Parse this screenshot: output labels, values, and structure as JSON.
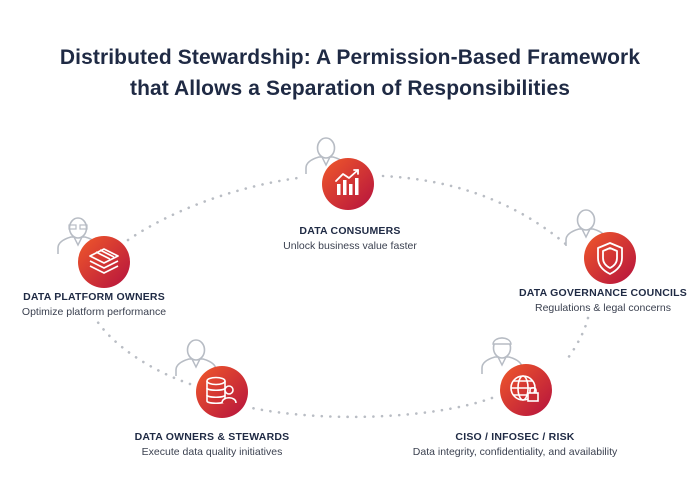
{
  "title": {
    "line1": "Distributed Stewardship: A Permission-Based Framework",
    "line2": "that Allows a Separation of Responsibilities"
  },
  "colors": {
    "title": "#1f2a44",
    "gradient_start": "#f0592a",
    "gradient_end": "#b5123e",
    "dots": "#b9bdc4",
    "person_outline": "#b7bcc4"
  },
  "roles": [
    {
      "id": "consumers",
      "name": "DATA CONSUMERS",
      "description": "Unlock business value faster",
      "icon": "chart-icon"
    },
    {
      "id": "governance",
      "name": "DATA GOVERNANCE COUNCILS",
      "description": "Regulations & legal concerns",
      "icon": "shield-icon"
    },
    {
      "id": "ciso",
      "name": "CISO / INFOSEC / RISK",
      "description": "Data integrity, confidentiality, and availability",
      "icon": "globe-lock-icon"
    },
    {
      "id": "owners",
      "name": "DATA OWNERS & STEWARDS",
      "description": "Execute data quality initiatives",
      "icon": "database-user-icon"
    },
    {
      "id": "platform",
      "name": "DATA PLATFORM OWNERS",
      "description": "Optimize platform performance",
      "icon": "layers-icon"
    }
  ]
}
